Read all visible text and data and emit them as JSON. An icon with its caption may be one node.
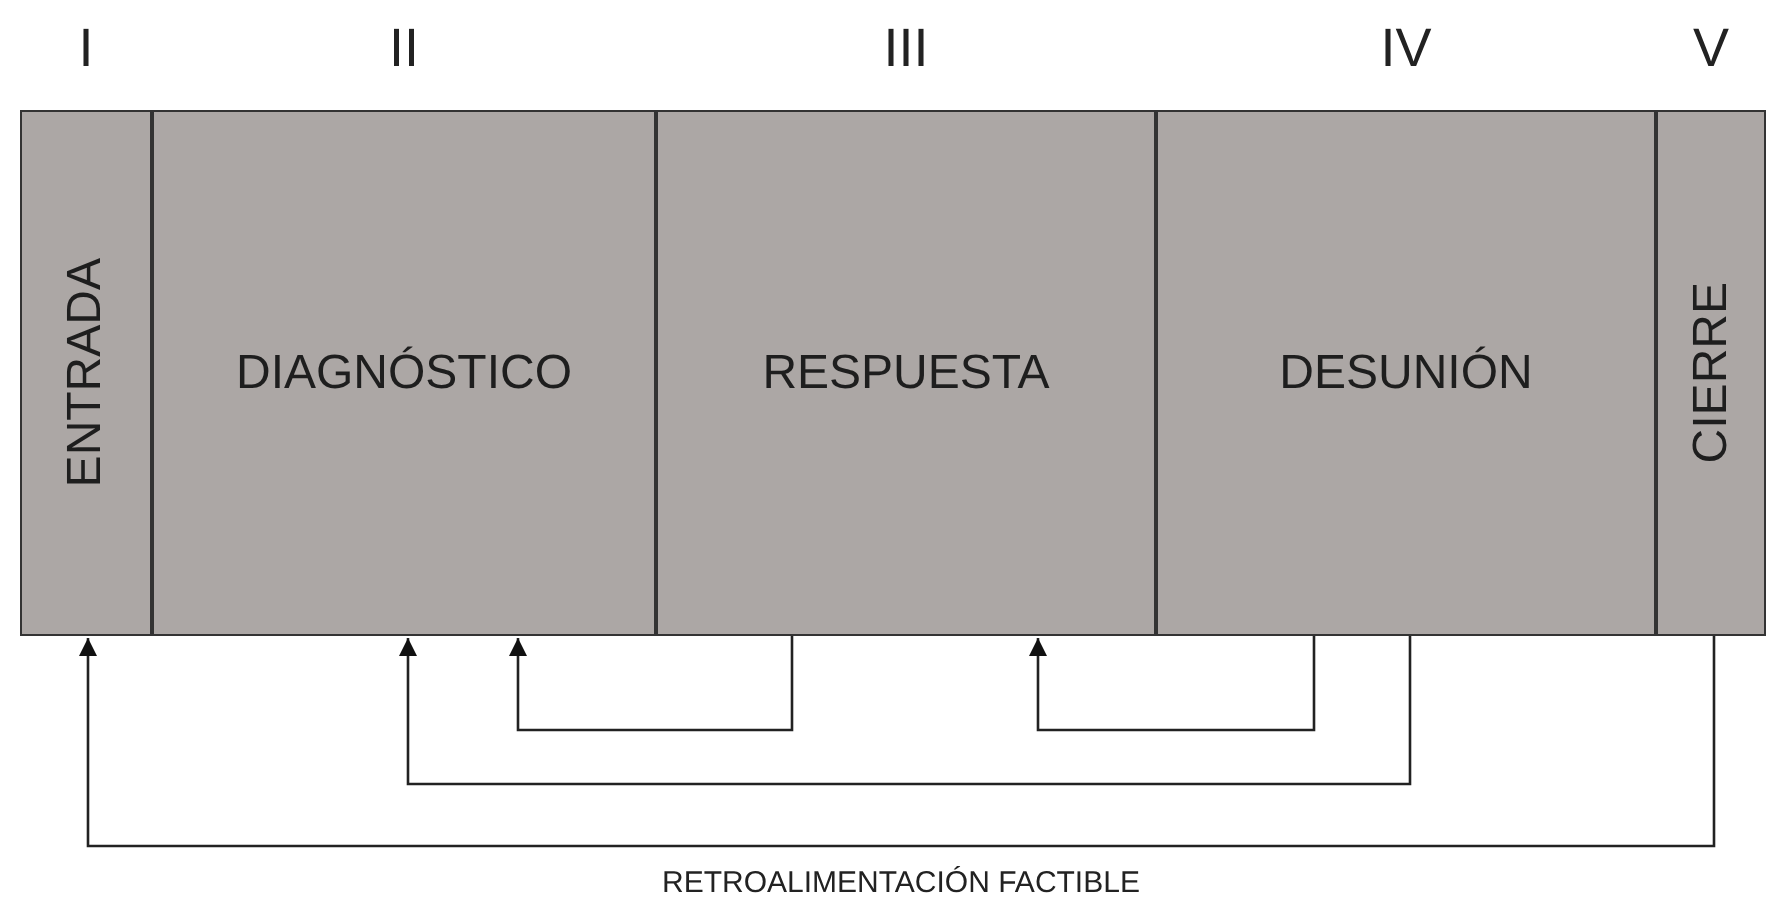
{
  "diagram": {
    "nodes": [
      {
        "text": [
          "I",
          "ENTRADA"
        ]
      },
      {
        "text": [
          "II",
          "DIAGNÓSTICO"
        ]
      },
      {
        "text": [
          "III",
          "RESPUESTA"
        ]
      },
      {
        "text": [
          "IV",
          "DESUNIÓN"
        ]
      },
      {
        "text": [
          "V",
          "CIERRE"
        ]
      }
    ],
    "edges": [
      {
        "from": 2,
        "to": 1,
        "arrow": "to"
      },
      {
        "from": 3,
        "to": 2,
        "arrow": "to"
      },
      {
        "from": 3,
        "to": 1,
        "arrow": "to"
      },
      {
        "from": 4,
        "to": 0,
        "arrow": "to",
        "label": "RETROALIMENTACIÓN FACTIBLE"
      }
    ]
  }
}
